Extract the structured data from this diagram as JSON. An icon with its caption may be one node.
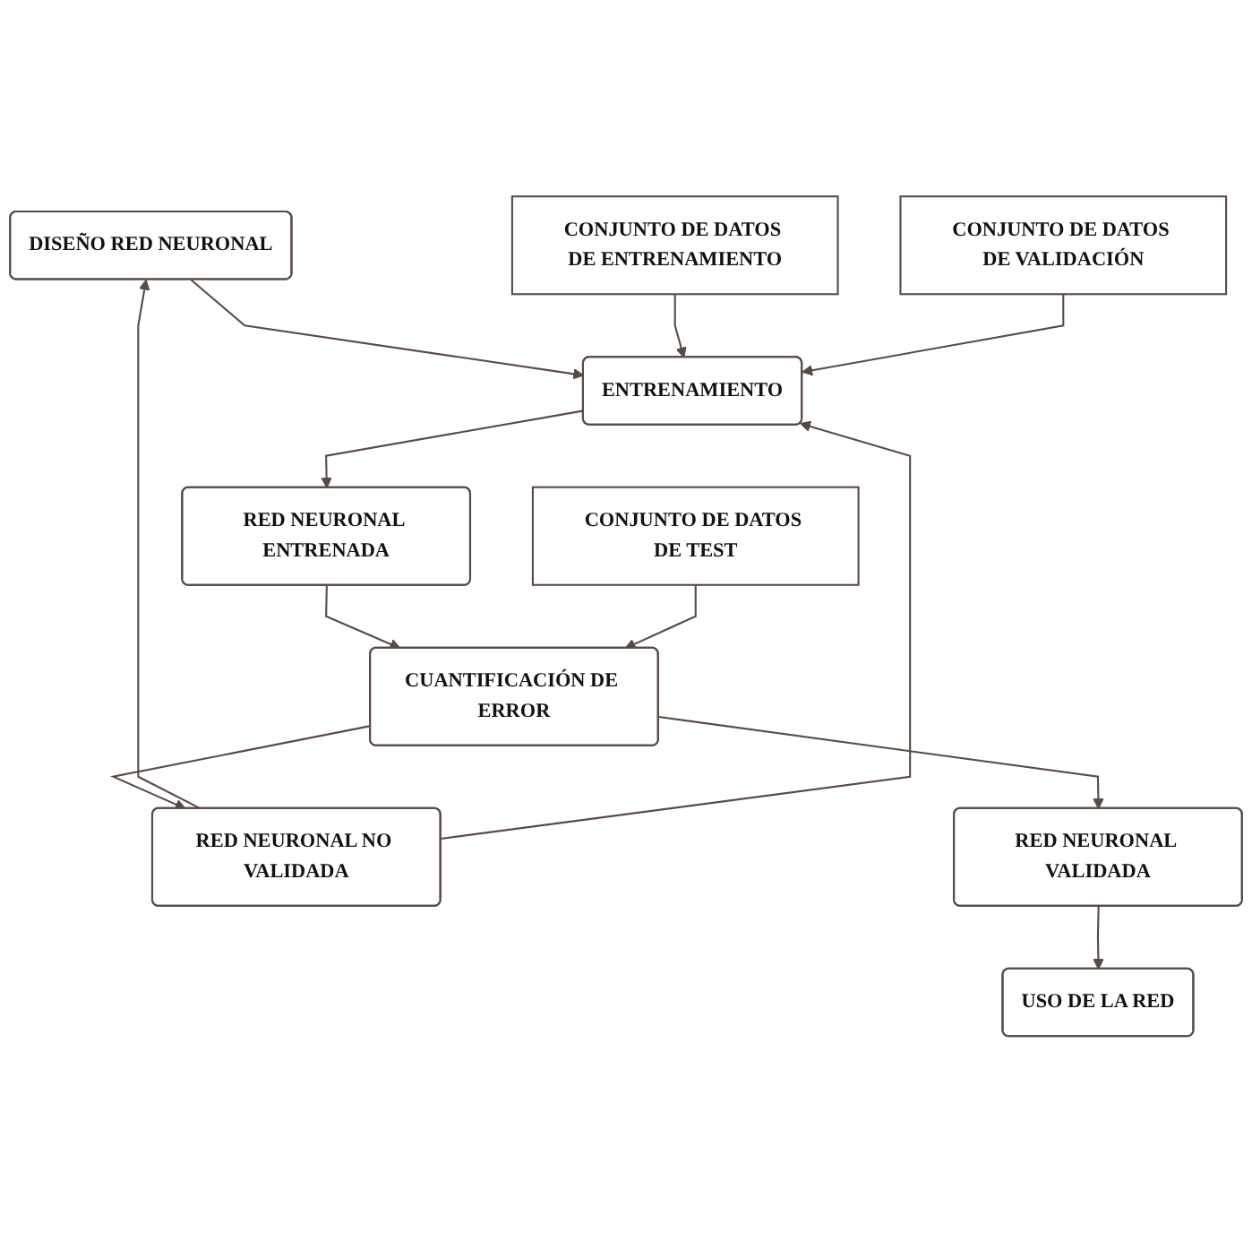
{
  "diagram": {
    "nodes": [
      {
        "text": [
          "DISEÑO RED NEURONAL"
        ]
      },
      {
        "text": [
          "CONJUNTO DE DATOS DE ENTRENAMIENTO"
        ]
      },
      {
        "text": [
          "CONJUNTO DE DATOS DE VALIDACIÓN"
        ]
      },
      {
        "text": [
          "ENTRENAMIENTO"
        ]
      },
      {
        "text": [
          "RED NEURONAL ENTRENADA"
        ]
      },
      {
        "text": [
          "USO DE LA RED"
        ]
      },
      {
        "text": [
          "CONJUNTO DE DATOS DE TEST"
        ]
      },
      {
        "text": [
          "CUANTIFICACIÓN DE ERROR"
        ]
      },
      {
        "text": [
          "RED NEURONAL NO VALIDADA"
        ]
      },
      {
        "text": [
          "RED NEURONAL VALIDADA"
        ]
      }
    ],
    "edges": [
      {
        "from": 0,
        "to": 3,
        "arrow": "to"
      },
      {
        "from": 1,
        "to": 3,
        "arrow": "to"
      },
      {
        "from": 2,
        "to": 3,
        "arrow": "to"
      },
      {
        "from": 3,
        "to": 4,
        "arrow": "to"
      },
      {
        "from": 4,
        "to": 7,
        "arrow": "to"
      },
      {
        "from": 6,
        "to": 7,
        "arrow": "to"
      },
      {
        "from": 7,
        "to": 8,
        "arrow": "to"
      },
      {
        "from": 7,
        "to": 9,
        "arrow": "to"
      },
      {
        "from": 9,
        "to": 5,
        "arrow": "to"
      },
      {
        "from": 8,
        "to": 0,
        "arrow": "to"
      },
      {
        "from": 8,
        "to": 3,
        "arrow": "to"
      }
    ]
  }
}
